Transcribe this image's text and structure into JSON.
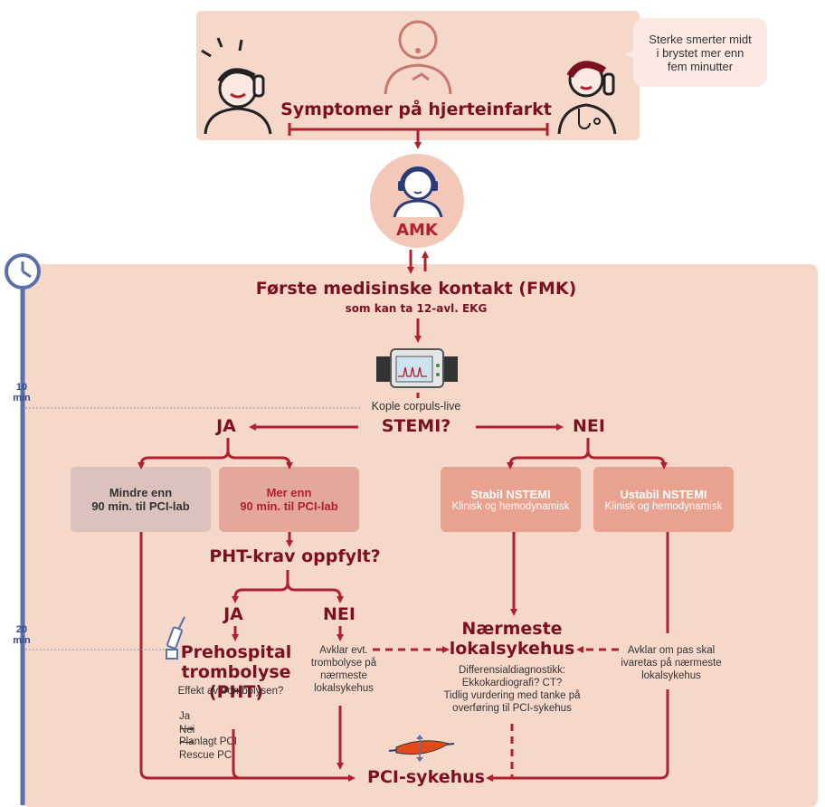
{
  "top": {
    "bubble": "Sterke smerter midt\ni brystet mer enn\nfem minutter",
    "title": "Symptomer på hjerteinfarkt"
  },
  "amk": {
    "label": "AMK"
  },
  "fmk": {
    "title": "Første medisinske kontakt (FMK)",
    "subtitle": "som kan ta 12-avl. EKG",
    "device_caption": "Kople corpuls-live"
  },
  "timeline": {
    "t10": "10\nmin",
    "t20": "20\nmin"
  },
  "stemi": {
    "question": "STEMI?",
    "yes": "JA",
    "no": "NEI"
  },
  "boxes": {
    "less": {
      "line1": "Mindre enn",
      "line2": "90 min. til PCI-lab"
    },
    "more": {
      "line1": "Mer enn",
      "line2": "90 min. til PCI-lab"
    },
    "stable": {
      "title": "Stabil NSTEMI",
      "sub": "Klinisk og hemodynamisk"
    },
    "unstable": {
      "title": "Ustabil NSTEMI",
      "sub": "Klinisk og hemodynamisk"
    }
  },
  "pht": {
    "question": "PHT-krav oppfylt?",
    "yes": "JA",
    "no": "NEI",
    "title_line1": "Prehospital",
    "title_line2": "trombolyse (PHT)",
    "effect": "Effekt av trombolysen?",
    "ja_label": "Ja",
    "ja_result": "Planlagt PCI",
    "nei_label": "Nei",
    "nei_result": "Rescue PCI",
    "no_text": "Avklar evt.\ntrombolyse på\nnærmeste\nlokalsykehus"
  },
  "local": {
    "title_line1": "Nærmeste",
    "title_line2": "lokalsykehus",
    "details": "Differensialdiagnostikk:\nEkkokardiografi?  CT?\nTidlig vurdering med tanke på\noverføring til PCI-sykehus",
    "unstable_text": "Avklar om pas skal\nivaretas på nærmeste\nlokalsykehus"
  },
  "pci": {
    "title": "PCI-sykehus"
  },
  "colors": {
    "accent": "#b0202f",
    "panel": "#f6d8cb",
    "timeline": "#5b6fa8",
    "box_dark": "#e3a79c",
    "box_grey": "#dcc2bd"
  }
}
